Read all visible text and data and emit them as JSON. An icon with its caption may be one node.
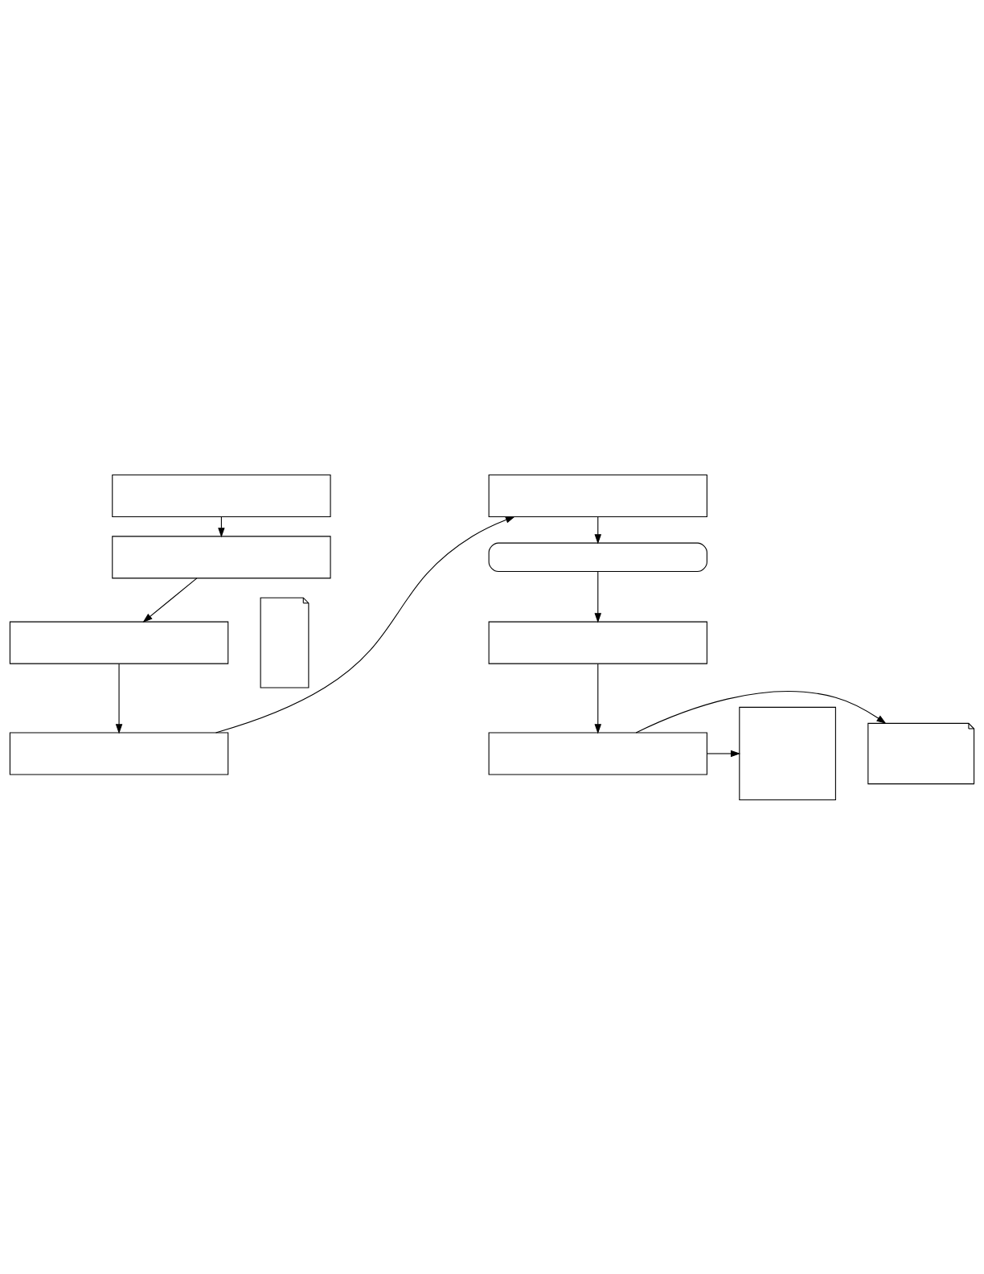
{
  "diagram": {
    "nodes": [
      {
        "text": [],
        "shape": "box"
      },
      {
        "text": [],
        "shape": "box"
      },
      {
        "text": [],
        "shape": "box"
      },
      {
        "text": [],
        "shape": "box"
      },
      {
        "text": [],
        "shape": "document"
      },
      {
        "text": [],
        "shape": "box"
      },
      {
        "text": [],
        "shape": "capsule"
      },
      {
        "text": [],
        "shape": "box"
      },
      {
        "text": [],
        "shape": "box"
      },
      {
        "text": [],
        "shape": "document"
      },
      {
        "text": [],
        "shape": "box"
      }
    ],
    "edges": [
      {
        "from": 0,
        "to": 1,
        "arrow": "to"
      },
      {
        "from": 1,
        "to": 2,
        "arrow": "to"
      },
      {
        "from": 2,
        "to": 3,
        "arrow": "to"
      },
      {
        "from": 3,
        "to": 5,
        "arrow": "to"
      },
      {
        "from": 5,
        "to": 6,
        "arrow": "to"
      },
      {
        "from": 6,
        "to": 7,
        "arrow": "to"
      },
      {
        "from": 7,
        "to": 8,
        "arrow": "to"
      },
      {
        "from": 8,
        "to": 9,
        "arrow": "to"
      },
      {
        "from": 8,
        "to": 10,
        "arrow": "to"
      }
    ]
  }
}
